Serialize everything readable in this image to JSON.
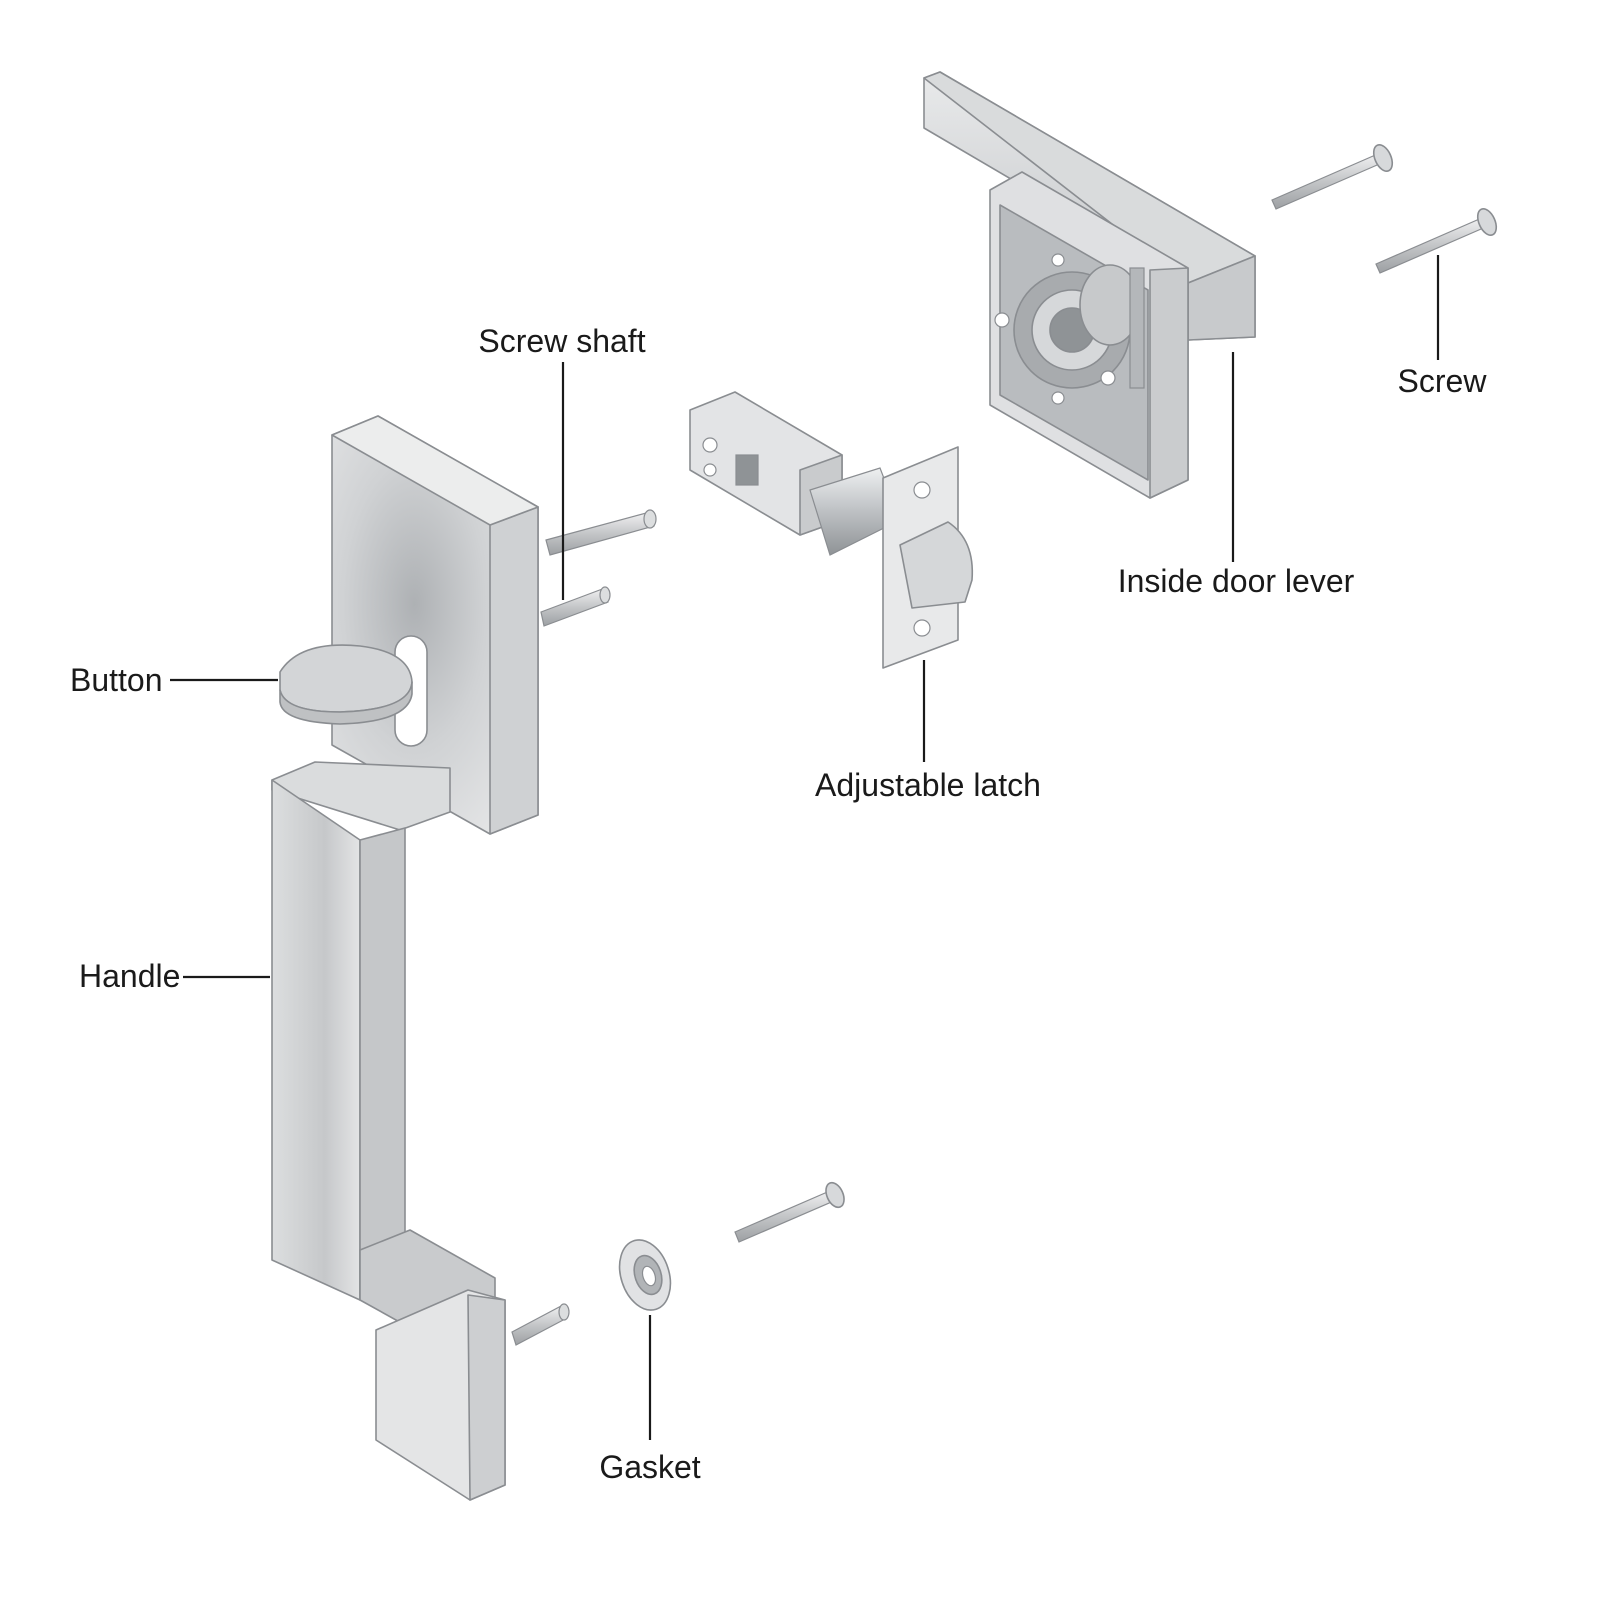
{
  "labels": {
    "screw_shaft": "Screw shaft",
    "screw": "Screw",
    "inside_door_lever": "Inside door lever",
    "button": "Button",
    "adjustable_latch": "Adjustable latch",
    "handle": "Handle",
    "gasket": "Gasket"
  },
  "colors": {
    "metal_light": "#e6e7e8",
    "metal_mid": "#c9cbcd",
    "metal_dark": "#a3a6a9",
    "edge": "#8a8d91",
    "text": "#1a1a1a"
  }
}
